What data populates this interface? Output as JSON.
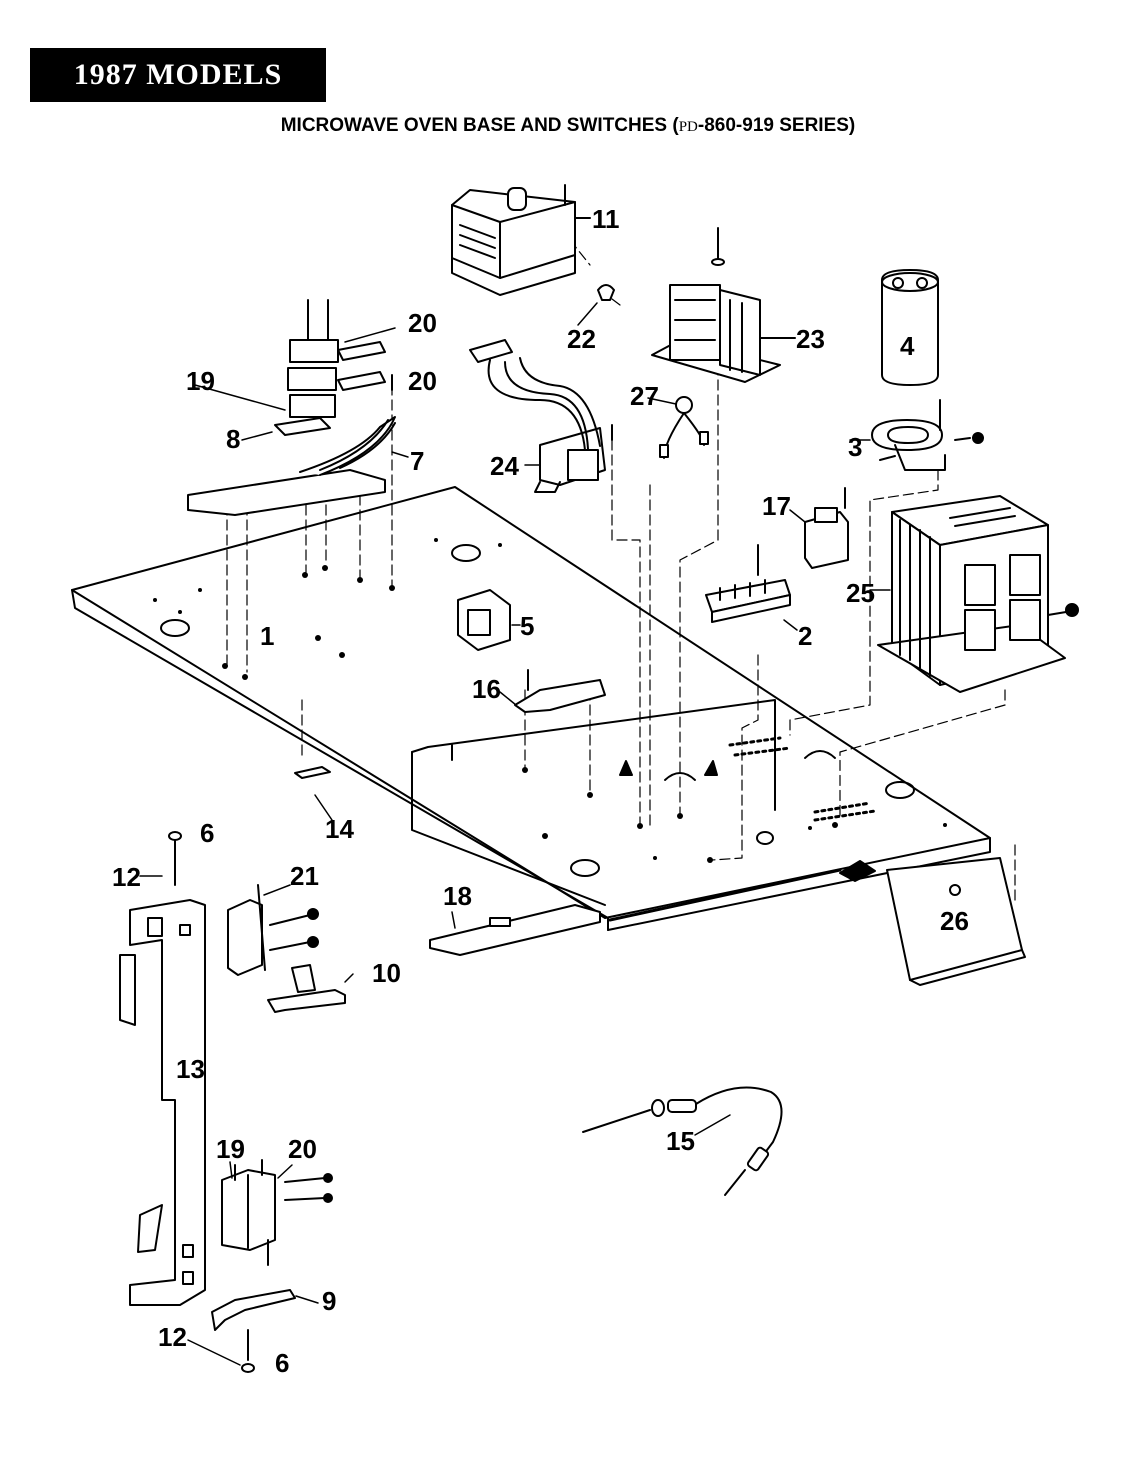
{
  "banner": {
    "text": "1987 MODELS"
  },
  "title": {
    "prefix": "MICROWAVE OVEN BASE AND SWITCHES (",
    "model_code": "PD",
    "suffix": "-860-919 SERIES)"
  },
  "callouts": {
    "p1": "1",
    "p2": "2",
    "p3": "3",
    "p4": "4",
    "p5": "5",
    "p6a": "6",
    "p6b": "6",
    "p7": "7",
    "p8": "8",
    "p9": "9",
    "p10": "10",
    "p11": "11",
    "p12a": "12",
    "p12b": "12",
    "p13": "13",
    "p14": "14",
    "p15": "15",
    "p16": "16",
    "p17": "17",
    "p18": "18",
    "p19a": "19",
    "p19b": "19",
    "p20a": "20",
    "p20b": "20",
    "p20c": "20",
    "p21": "21",
    "p22": "22",
    "p23": "23",
    "p24": "24",
    "p25": "25",
    "p26": "26",
    "p27": "27"
  }
}
